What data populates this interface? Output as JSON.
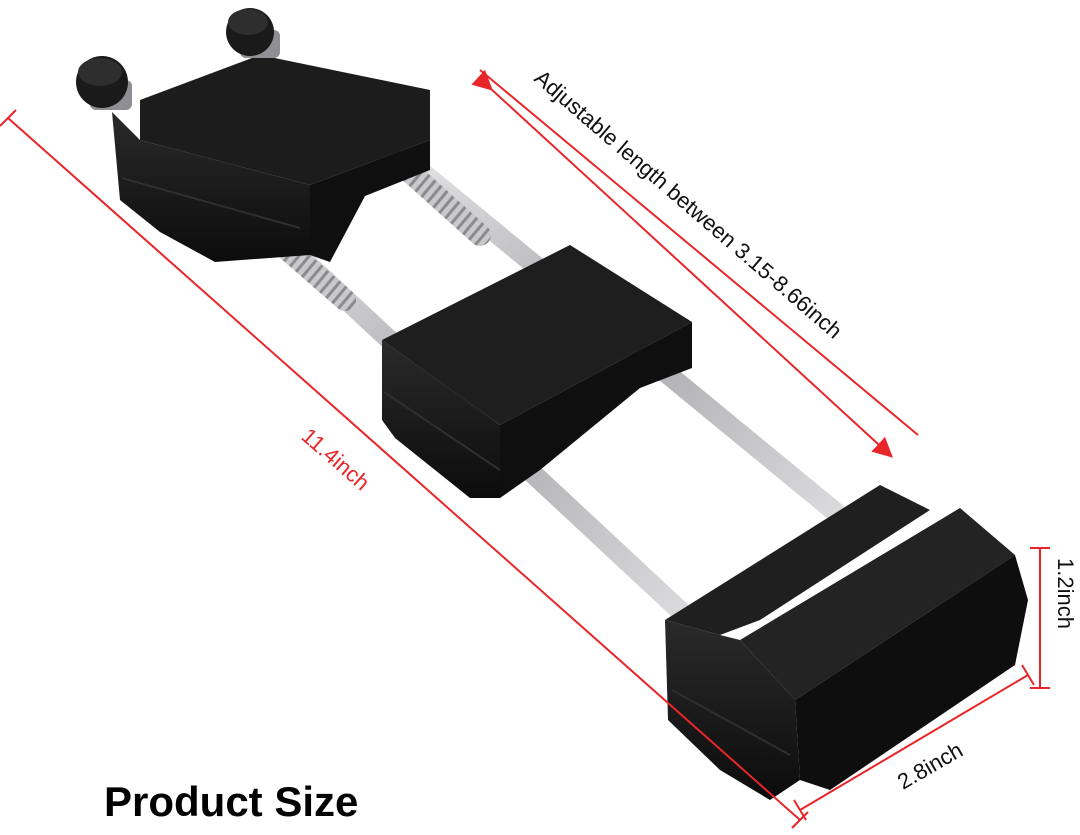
{
  "title": "Product Size",
  "dimensions": {
    "total_length": "11.4inch",
    "adjustable_length": "Adjustable length between 3.15-8.66inch",
    "height": "1.2inch",
    "width": "2.8inch"
  },
  "colors": {
    "dimension_line": "#e8262a",
    "block": "#141414",
    "rod": "#b8b8bc"
  }
}
